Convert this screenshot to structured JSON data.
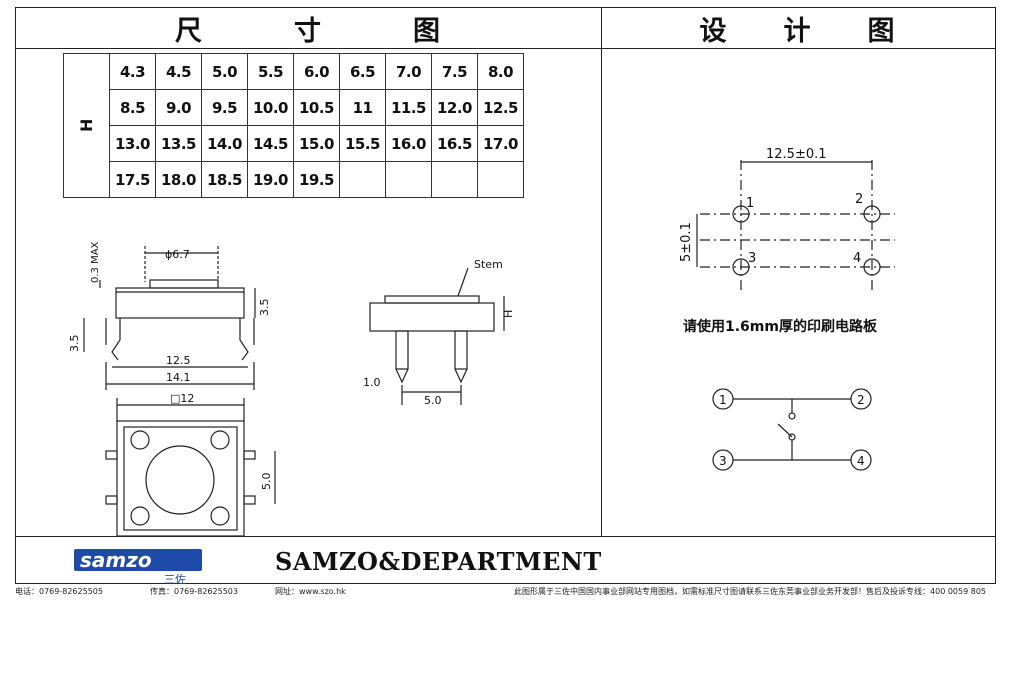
{
  "header": {
    "left_title": [
      "尺",
      "寸",
      "图"
    ],
    "right_title": [
      "设",
      "计",
      "图"
    ]
  },
  "size_table": {
    "row_label": "H",
    "rows": [
      [
        "4.3",
        "4.5",
        "5.0",
        "5.5",
        "6.0",
        "6.5",
        "7.0",
        "7.5",
        "8.0"
      ],
      [
        "8.5",
        "9.0",
        "9.5",
        "10.0",
        "10.5",
        "11",
        "11.5",
        "12.0",
        "12.5"
      ],
      [
        "13.0",
        "13.5",
        "14.0",
        "14.5",
        "15.0",
        "15.5",
        "16.0",
        "16.5",
        "17.0"
      ],
      [
        "17.5",
        "18.0",
        "18.5",
        "19.0",
        "19.5",
        "",
        "",
        "",
        ""
      ]
    ]
  },
  "side_view": {
    "max_label": "0.3 MAX",
    "dia_label": "ϕ6.7",
    "stem_height": "3.5",
    "lead_height": "3.5",
    "inner_width": "12.5",
    "outer_width": "14.1"
  },
  "front_view": {
    "stem_label": "Stem",
    "h_label": "H",
    "lead_dim": "1.0",
    "pitch": "5.0"
  },
  "top_view": {
    "size_label": "□12",
    "side_dim": "5.0"
  },
  "pcb": {
    "width_dim": "12.5±0.1",
    "height_dim": "5±0.1",
    "pins": [
      "1",
      "2",
      "3",
      "4"
    ],
    "note": "请使用1.6mm厚的印刷电路板"
  },
  "schematic": {
    "nodes": [
      "1",
      "2",
      "3",
      "4"
    ]
  },
  "footer": {
    "brand_main": "samzo",
    "brand_sub": "三佐",
    "company": "SAMZO&DEPARTMENT",
    "phone": "电话：0769-82625505",
    "fax": "传真：0769-82625503",
    "website": "网址：www.szo.hk",
    "disclaimer": "此图形属于三佐中国国内事业部网站专用图档，如需标准尺寸图请联系三佐东莞事业部业务开发部！售后及投诉专线：400 0059 805"
  }
}
